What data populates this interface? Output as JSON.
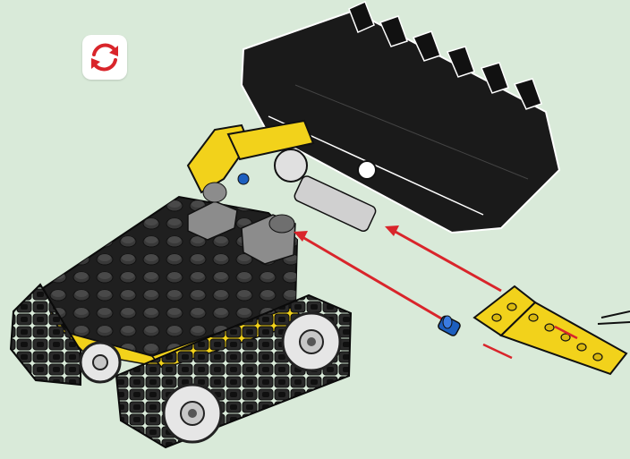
{
  "page": {
    "background": "#d9ead9",
    "kind": "building-instruction-step"
  },
  "icons": {
    "rotate": "rotate-arrows-icon"
  },
  "palette": {
    "bucket": "#1a1a1a",
    "frame": "#2b2b2b",
    "accent_yellow": "#f2d21b",
    "pin_blue": "#1d5fbf",
    "arrow_red": "#d9252b",
    "grey_part": "#8c8c8c",
    "wheel_light": "#e6e6e6"
  },
  "assembly": {
    "parts": [
      "excavator-bucket",
      "tracked-chassis",
      "l-beam",
      "axle-pin"
    ],
    "arrows": 3
  }
}
